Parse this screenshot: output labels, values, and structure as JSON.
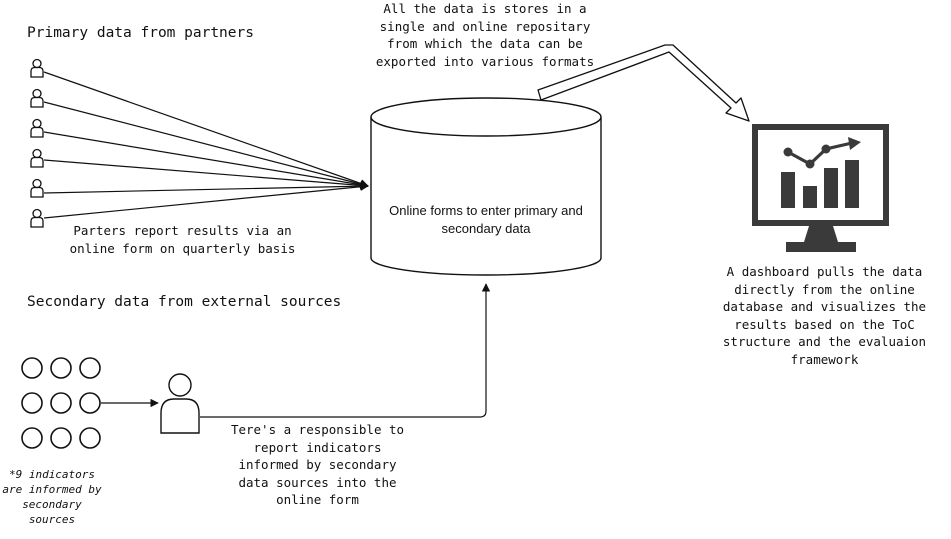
{
  "sections": {
    "primary_title": "Primary data from partners",
    "secondary_title": "Secondary data from external sources"
  },
  "notes": {
    "partners_report": "Parters report results via an\nonline form on quarterly basis",
    "repository": "All the data is stores in a\nsingle and online repositary\nfrom which the data can be\nexported into various formats",
    "responsible": "Tere's a responsible to\nreport indicators\ninformed by secondary\ndata sources into the\nonline form",
    "dashboard": "A dashboard pulls the data\ndirectly from the online\ndatabase and visualizes the\nresults based on the ToC\nstructure and the evaluaion\nframework",
    "indicators_footnote": "*9 indicators\nare informed by\nsecondary\nsources"
  },
  "database": {
    "label": "Online forms to enter primary and\nsecondary data"
  },
  "counts": {
    "partners": 6,
    "indicator_circles": 9
  },
  "icons": {
    "partner": "person-icon",
    "responsible": "person-icon",
    "indicator": "circle-icon",
    "dashboard": "monitor-chart-icon",
    "database": "cylinder-icon"
  },
  "colors": {
    "stroke": "#111111",
    "monitor": "#3a3a3a",
    "background": "#ffffff"
  }
}
